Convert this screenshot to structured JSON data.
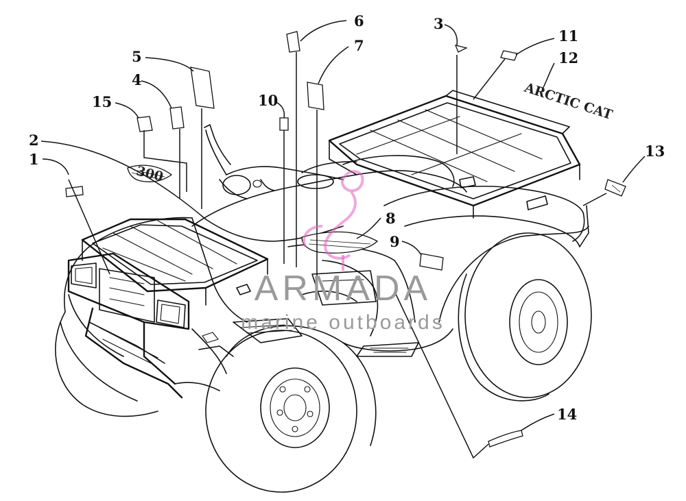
{
  "callouts": [
    {
      "id": "1",
      "label": "1"
    },
    {
      "id": "2",
      "label": "2"
    },
    {
      "id": "3",
      "label": "3"
    },
    {
      "id": "4",
      "label": "4"
    },
    {
      "id": "5",
      "label": "5"
    },
    {
      "id": "6",
      "label": "6"
    },
    {
      "id": "7",
      "label": "7"
    },
    {
      "id": "8",
      "label": "8"
    },
    {
      "id": "9",
      "label": "9"
    },
    {
      "id": "10",
      "label": "10"
    },
    {
      "id": "11",
      "label": "11"
    },
    {
      "id": "12",
      "label": "12"
    },
    {
      "id": "13",
      "label": "13"
    },
    {
      "id": "14",
      "label": "14"
    },
    {
      "id": "15",
      "label": "15"
    }
  ],
  "decal_lettering": {
    "rear_rack_decal": "ARCTIC CAT",
    "front_decal": "300"
  },
  "watermark": {
    "brand": "ARMADA",
    "tagline": "marine outboards",
    "logo_icon": "flamingo-logo-icon",
    "logo_color": "#e060c0"
  }
}
